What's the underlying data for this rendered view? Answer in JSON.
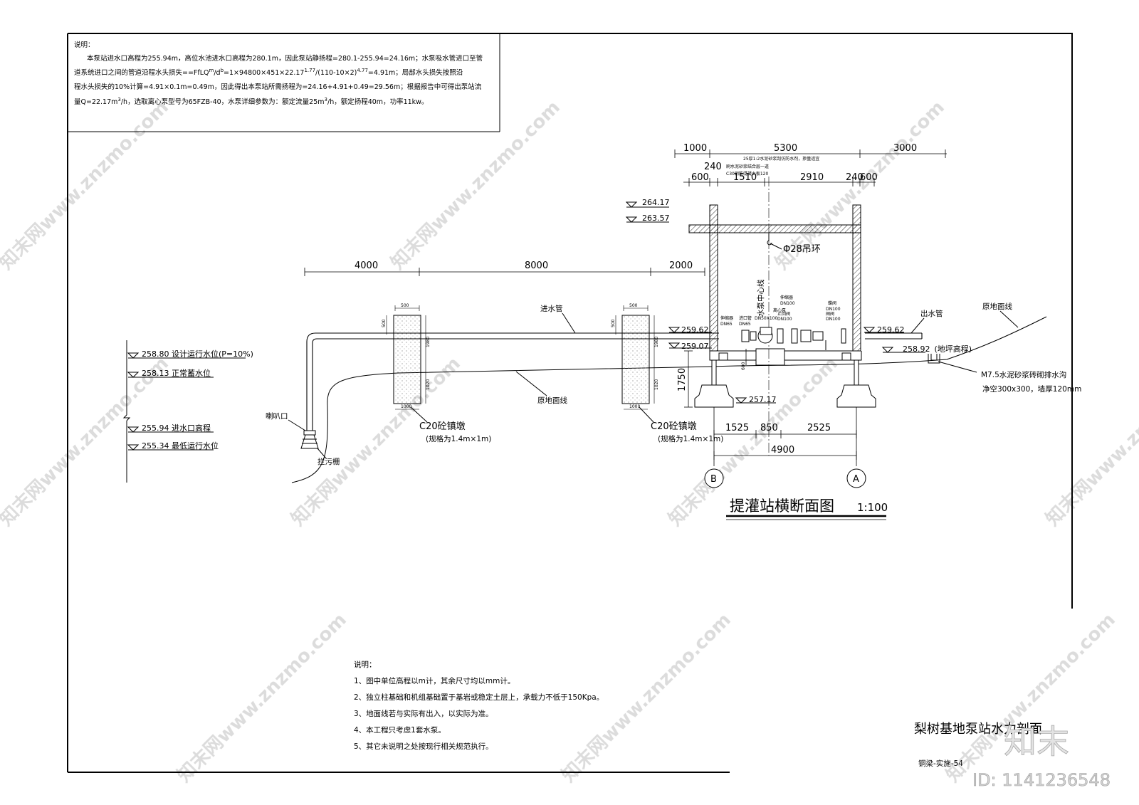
{
  "top_notes": {
    "heading": "说明：",
    "line1": "本泵站进水口高程为255.94m，高位水池进水口高程为280.1m，因此泵站静扬程=280.1-255.94=24.16m；水泵吸水管进口至管",
    "line2": "道系统进口之间的管道沿程水头损失==FfLQ",
    "line2_sup1": "m",
    "line2_mid": "/d",
    "line2_sup2": "b",
    "line2_b": "=1×94800×451×22.17",
    "line2_sup3": "1.77",
    "line2_c": "/(110-10×2)",
    "line2_sup4": "4.77",
    "line2_d": "=4.91m；局部水头损失按照沿",
    "line3": "程水头损失的10%计算=4.91×0.1m=0.49m，因此得出本泵站所需扬程为=24.16+4.91+0.49=29.56m；根据报告中可得出泵站流",
    "line4a": "量Q=22.17m",
    "line4_sup": "3",
    "line4b": "/h，选取离心泵型号为65FZB-40，水泵详细参数为：额定流量25m",
    "line4_sup2": "3",
    "line4c": "/h，额定扬程40m，功率11kw。"
  },
  "levels": {
    "l1": "264.17",
    "l2": "263.57",
    "l3": "258.80 设计运行水位(P=10%)",
    "l4": "258.13 正常蓄水位",
    "l5": "255.94 进水口高程",
    "l6": "255.34 最低运行水位",
    "l7": "259.62",
    "l8": "259.07",
    "l9": "259.62",
    "l10": "258.92",
    "l10_note": "(地坪高程)",
    "l11": "257.17"
  },
  "dims": {
    "d1000": "1000",
    "d5300": "5300",
    "d3000": "3000",
    "d240a": "240",
    "d600a": "600",
    "d1510": "1510",
    "d2910": "2910",
    "d240b": "240",
    "d600b": "600",
    "d4000": "4000",
    "d8000": "8000",
    "d2000": "2000",
    "d1750": "1750",
    "d600v": "600",
    "d1525": "1525",
    "d850": "850",
    "d2525": "2525",
    "d4900": "4900",
    "block_w": "500",
    "block_top": "500",
    "block_h1": "1980",
    "block_h2": "1020",
    "block_base": "1000"
  },
  "labels": {
    "ring": "Φ28吊环",
    "pump_axis": "水泵中心线",
    "inlet_pipe": "进水管",
    "outlet_pipe": "出水管",
    "orig_ground1": "原地面线",
    "orig_ground2": "原地面线",
    "horn": "喇叭口",
    "trash_rack": "拦污栅",
    "block1": "C20砼镇墩",
    "block1_spec": "(规格为1.4m×1m)",
    "block2": "C20砼镇墩",
    "block2_spec": "(规格为1.4m×1m)",
    "ditch1": "M7.5水泥砂浆砖砌排水沟",
    "ditch2": "净空300x300，墙厚120mm",
    "axis_b": "B",
    "axis_a": "A",
    "drawing_title": "提灌站横断面图",
    "scale": "1:100",
    "roof1": "25厚1:2水泥砂浆刮仿防水剂，掺量适宜",
    "roof2": "刷水泥砂浆结合层一道",
    "roof3": "C30钢筋混凝土板120",
    "v1": "伸缩器",
    "v1s": "DN65",
    "v2": "进口管",
    "v2s": "DN65",
    "v3": "DN50X100",
    "v4": "伸缩器",
    "v4s": "DN100",
    "v5": "离心泵",
    "v6": "止回阀",
    "v6s": "DN100",
    "v7": "蝶阀",
    "v7s": "DN100",
    "v8": "闸阀",
    "v8s": "DN100"
  },
  "bottom_notes": {
    "heading": "说明：",
    "n1": "1、图中单位高程以m计，其余尺寸均以mm计。",
    "n2": "2、独立柱基础和机组基础置于基岩或稳定土层上，承载力不低于150Kpa。",
    "n3": "3、地面线若与实际有出入，以实际为准。",
    "n4": "4、本工程只考虑1套水泵。",
    "n5": "5、其它未说明之处按现行相关规范执行。"
  },
  "title_block": {
    "title": "梨树基地泵站水力剖面",
    "code": "铜梁-实施-54"
  },
  "watermark": {
    "logo": "知末",
    "id": "ID: 1141236548",
    "site": "知末网www.znzmo.com"
  }
}
